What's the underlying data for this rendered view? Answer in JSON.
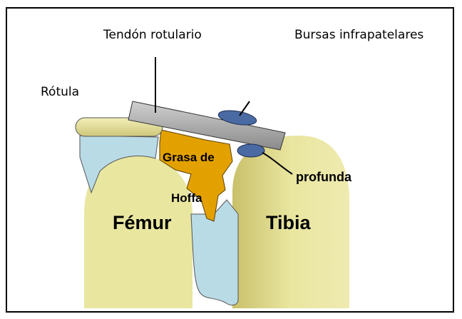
{
  "labels": {
    "tendon": "Tendón rotulario",
    "bursas": "Bursas infrapatelares",
    "rotula": "Rótula",
    "grasa": "Grasa de",
    "hoffa": "Hoffa",
    "profunda": "profunda",
    "femur": "Fémur",
    "tibia": "Tibia"
  },
  "colors": {
    "bone": "#e9e6a0",
    "bone_shadow": "#c9c06a",
    "cartilage": "#b9dbe6",
    "fat": "#e3a100",
    "tendon": "#a9a9a9",
    "bursa": "#4a6aa3"
  }
}
